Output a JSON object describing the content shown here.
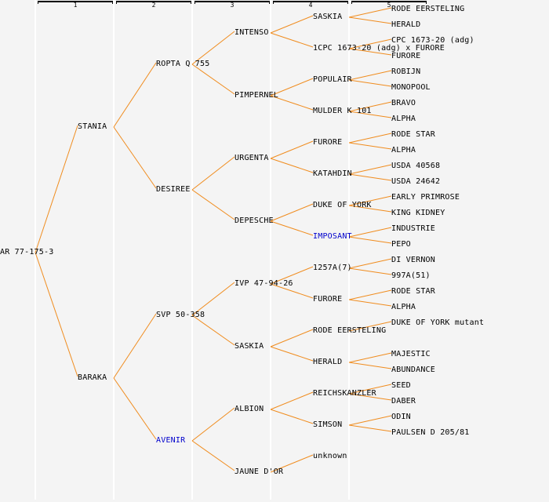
{
  "generation_headers": [
    "1",
    "2",
    "3",
    "4",
    "5"
  ],
  "colors": {
    "background": "#f4f4f4",
    "connector": "#f08c1e",
    "text": "#000000",
    "linked_text": "#0000cc"
  },
  "root": {
    "name": "AR 77-175-3",
    "parents": [
      {
        "name": "STANIA",
        "parents": [
          {
            "name": "ROPTA Q 755",
            "parents": [
              {
                "name": "INTENSO",
                "parents": [
                  {
                    "name": "SASKIA",
                    "parents": [
                      {
                        "name": "RODE EERSTELING"
                      },
                      {
                        "name": "HERALD"
                      }
                    ]
                  },
                  {
                    "name": "1CPC 1673-20 (adg) x FURORE",
                    "parents": [
                      {
                        "name": "CPC 1673-20 (adg)"
                      },
                      {
                        "name": "FURORE"
                      }
                    ]
                  }
                ]
              },
              {
                "name": "PIMPERNEL",
                "parents": [
                  {
                    "name": "POPULAIR",
                    "parents": [
                      {
                        "name": "ROBIJN"
                      },
                      {
                        "name": "MONOPOOL"
                      }
                    ]
                  },
                  {
                    "name": "MULDER K 101",
                    "parents": [
                      {
                        "name": "BRAVO"
                      },
                      {
                        "name": "ALPHA"
                      }
                    ]
                  }
                ]
              }
            ]
          },
          {
            "name": "DESIREE",
            "parents": [
              {
                "name": "URGENTA",
                "parents": [
                  {
                    "name": "FURORE",
                    "parents": [
                      {
                        "name": "RODE STAR"
                      },
                      {
                        "name": "ALPHA"
                      }
                    ]
                  },
                  {
                    "name": "KATAHDIN",
                    "parents": [
                      {
                        "name": "USDA 40568"
                      },
                      {
                        "name": "USDA 24642"
                      }
                    ]
                  }
                ]
              },
              {
                "name": "DEPESCHE",
                "parents": [
                  {
                    "name": "DUKE OF YORK",
                    "parents": [
                      {
                        "name": "EARLY PRIMROSE"
                      },
                      {
                        "name": "KING KIDNEY"
                      }
                    ]
                  },
                  {
                    "name": "IMPOSANT",
                    "link": true,
                    "parents": [
                      {
                        "name": "INDUSTRIE"
                      },
                      {
                        "name": "PEPO"
                      }
                    ]
                  }
                ]
              }
            ]
          }
        ]
      },
      {
        "name": "BARAKA",
        "parents": [
          {
            "name": "SVP 50-358",
            "parents": [
              {
                "name": "IVP 47-94-26",
                "parents": [
                  {
                    "name": "1257A(7)",
                    "parents": [
                      {
                        "name": "DI VERNON"
                      },
                      {
                        "name": "997A(51)"
                      }
                    ]
                  },
                  {
                    "name": "FURORE",
                    "parents": [
                      {
                        "name": "RODE STAR"
                      },
                      {
                        "name": "ALPHA"
                      }
                    ]
                  }
                ]
              },
              {
                "name": "SASKIA",
                "parents": [
                  {
                    "name": "RODE EERSTELING",
                    "parents": [
                      {
                        "name": "DUKE OF YORK mutant"
                      }
                    ]
                  },
                  {
                    "name": "HERALD",
                    "parents": [
                      {
                        "name": "MAJESTIC"
                      },
                      {
                        "name": "ABUNDANCE"
                      }
                    ]
                  }
                ]
              }
            ]
          },
          {
            "name": "AVENIR",
            "link": true,
            "parents": [
              {
                "name": "ALBION",
                "parents": [
                  {
                    "name": "REICHSKANZLER",
                    "parents": [
                      {
                        "name": "SEED"
                      },
                      {
                        "name": "DABER"
                      }
                    ]
                  },
                  {
                    "name": "SIMSON",
                    "parents": [
                      {
                        "name": "ODIN"
                      },
                      {
                        "name": "PAULSEN D 205/81"
                      }
                    ]
                  }
                ]
              },
              {
                "name": "JAUNE D'OR",
                "parents": [
                  {
                    "name": "unknown"
                  }
                ]
              }
            ]
          }
        ]
      }
    ]
  }
}
